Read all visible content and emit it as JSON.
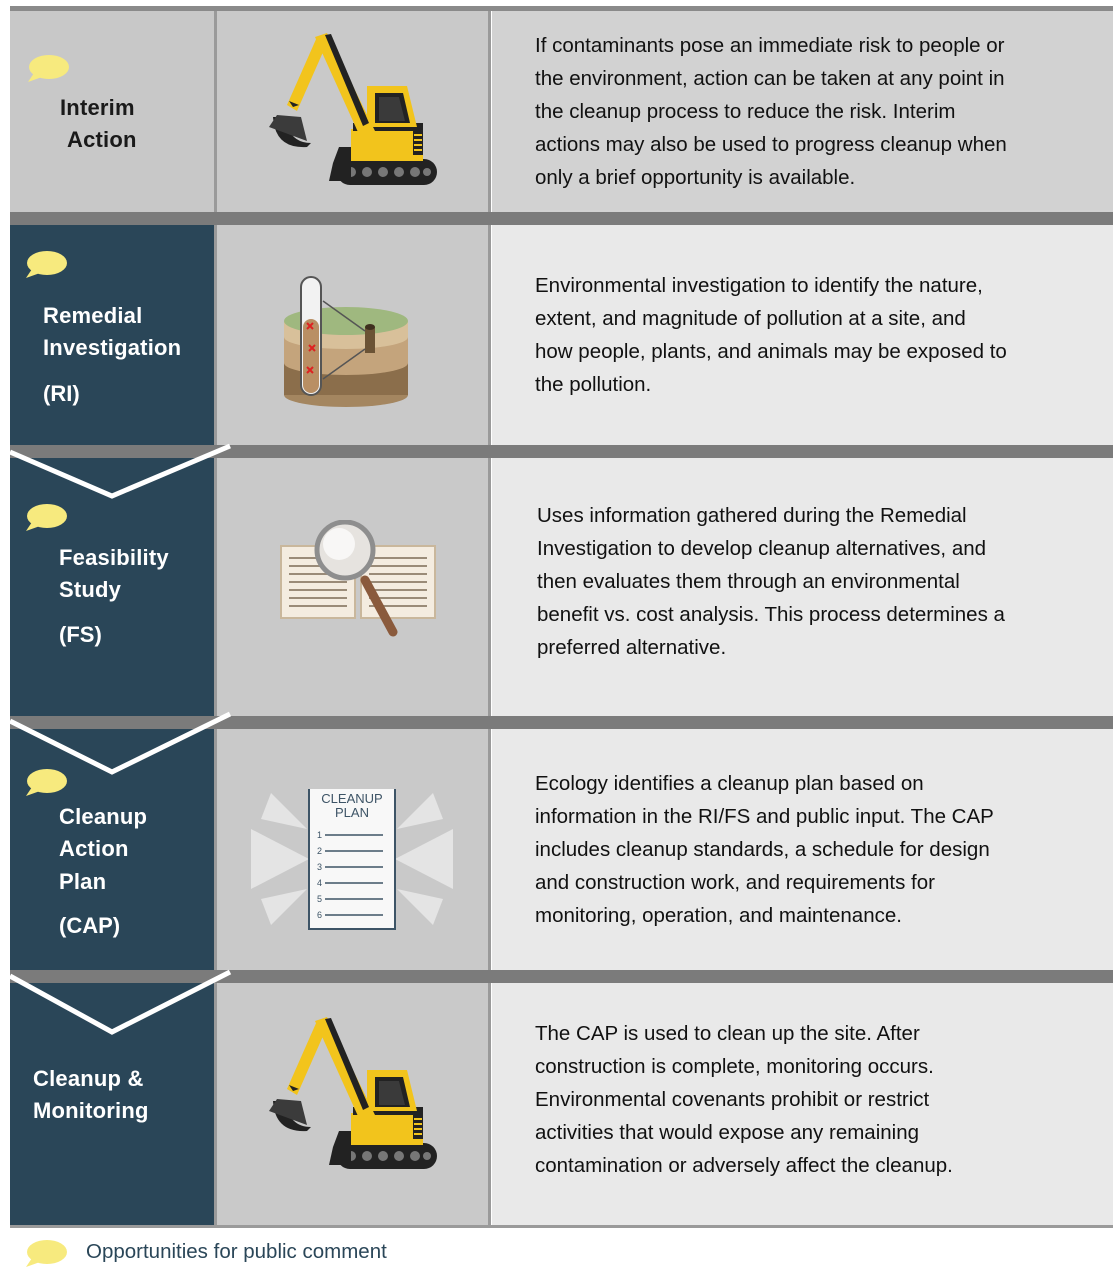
{
  "colors": {
    "dark_panel": "#2a4658",
    "bubble": "#f7ea7e",
    "separator": "#7b7b7b",
    "excavator": "#f2c41c"
  },
  "stages": [
    {
      "id": "interim",
      "title_lines": [
        "Interim",
        "Action"
      ],
      "icon": "excavator-icon",
      "description_lines": [
        "If contaminants pose an immediate risk to people or",
        "the environment, action can be taken at any point in",
        "the cleanup process to reduce the risk. Interim",
        "actions may also be used to progress cleanup when",
        "only a brief opportunity is available."
      ]
    },
    {
      "id": "ri",
      "title_lines": [
        "Remedial",
        "Investigation"
      ],
      "abbr": "(RI)",
      "icon": "soil-sample-icon",
      "description_lines": [
        "Environmental investigation to identify the nature,",
        "extent, and magnitude of pollution at a site, and",
        "how people, plants, and animals may be exposed to",
        "the pollution."
      ]
    },
    {
      "id": "fs",
      "title_lines": [
        "Feasibility",
        "Study"
      ],
      "abbr": "(FS)",
      "icon": "magnifying-glass-book-icon",
      "description_lines": [
        "Uses information gathered during the Remedial",
        "Investigation to develop cleanup alternatives, and",
        "then evaluates them through an environmental",
        "benefit vs. cost analysis. This process determines a",
        "preferred alternative."
      ]
    },
    {
      "id": "cap",
      "title_lines": [
        "Cleanup",
        "Action",
        "Plan"
      ],
      "abbr": "(CAP)",
      "icon": "cleanup-plan-document-icon",
      "icon_text": [
        "CLEANUP",
        "PLAN"
      ],
      "icon_list_numbers": [
        "1",
        "2",
        "3",
        "4",
        "5",
        "6"
      ],
      "description_lines": [
        "Ecology identifies a cleanup plan based on",
        "information in the RI/FS and public input. The CAP",
        "includes cleanup standards, a schedule for design",
        "and construction work, and requirements for",
        "monitoring, operation, and maintenance."
      ]
    },
    {
      "id": "monitoring",
      "title_lines": [
        "Cleanup &",
        "Monitoring"
      ],
      "icon": "excavator-icon",
      "description_lines": [
        "The CAP is used to clean up the site. After",
        "construction is complete, monitoring occurs.",
        "Environmental covenants prohibit or restrict",
        "activities that would expose any remaining",
        "contamination or adversely affect the cleanup."
      ]
    }
  ],
  "legend": {
    "icon": "speech-bubble-icon",
    "text": "Opportunities for public comment"
  }
}
